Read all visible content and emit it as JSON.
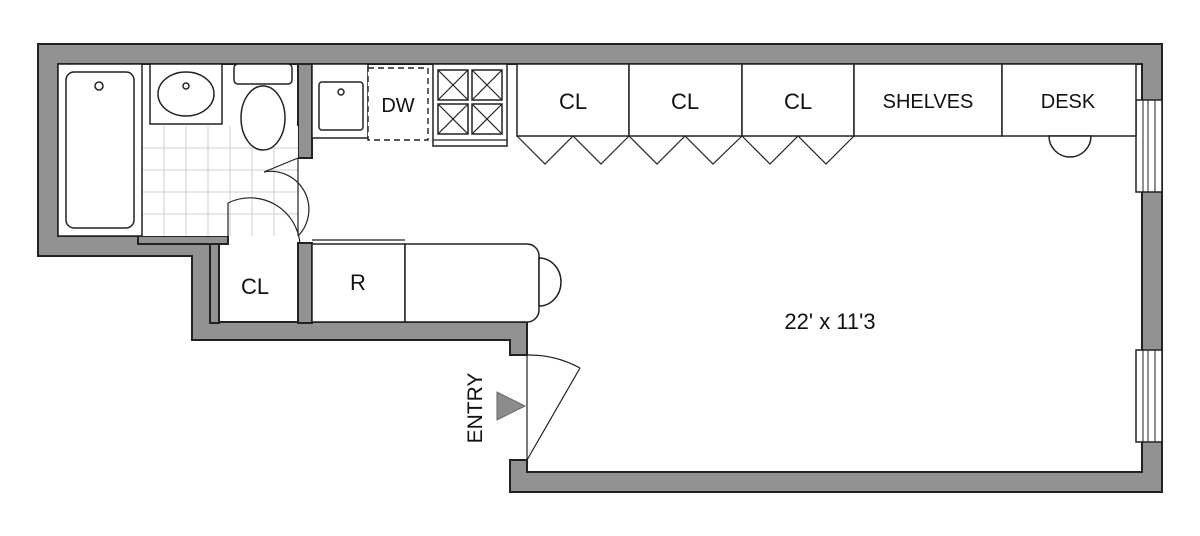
{
  "labels": {
    "closet_1": "CL",
    "closet_2": "CL",
    "closet_3": "CL",
    "shelves": "SHELVES",
    "desk": "DESK",
    "dishwasher": "DW",
    "refrigerator": "R",
    "hall_closet": "CL",
    "room_dimensions": "22' x 11'3",
    "entry": "ENTRY"
  },
  "colors": {
    "wall": "#929292",
    "outline": "#222222",
    "tile": "#cfcfcf",
    "entry_arrow": "#8c8c8c"
  }
}
